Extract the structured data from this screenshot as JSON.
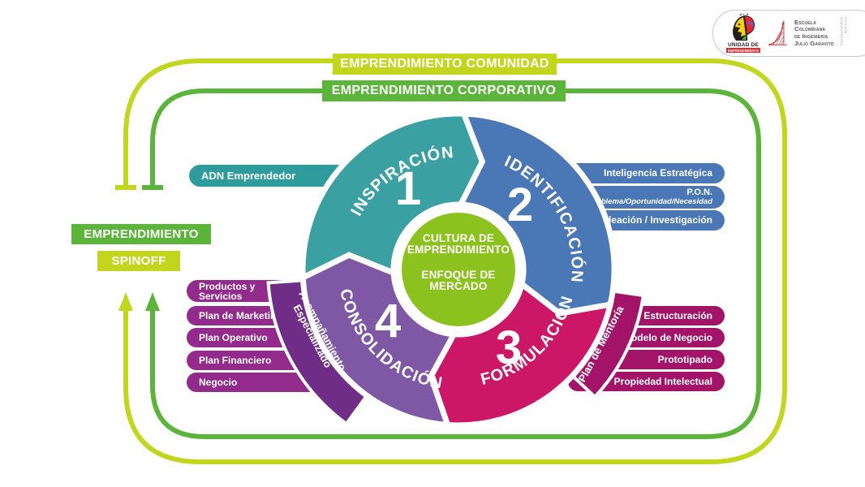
{
  "banners": {
    "community": "EMPRENDIMIENTO COMUNIDAD",
    "corporate": "EMPRENDIMIENTO CORPORATIVO"
  },
  "side_labels": {
    "emprendimiento": "EMPRENDIMIENTO",
    "spinoff": "SPINOFF"
  },
  "logos": {
    "unidad": {
      "line1": "UNIDAD DE",
      "line2": "EMPRENDIMIENTO"
    },
    "escuela": {
      "line1": "Escuela",
      "line2": "Colombiana",
      "line3": "de Ingeniería",
      "line4": "Julio Garavito",
      "vertical_text": "VIGILADA MINEDUCACIÓN"
    }
  },
  "center": {
    "top": "CULTURA DE EMPRENDIMIENTO",
    "bottom": "ENFOQUE DE MERCADO"
  },
  "stages": {
    "s1": {
      "number": "1",
      "label": "INSPIRACIÓN"
    },
    "s2": {
      "number": "2",
      "label": "IDENTIFICACIÓN"
    },
    "s3": {
      "number": "3",
      "label": "FORMULACIÓN"
    },
    "s4": {
      "number": "4",
      "label": "CONSOLIDACIÓN"
    }
  },
  "ribbons": {
    "mentoria": "Plan de Mentoría",
    "acompanamiento": "Acompañamiento Especializado"
  },
  "pills": {
    "inspiracion_1": "ADN Emprendedor",
    "identificacion_1": "Inteligencia Estratégica",
    "identificacion_2_title": "P.O.N.",
    "identificacion_2_sub": "Problema/Oportunidad/Necesidad",
    "identificacion_3": "Ideación / Investigación",
    "formulacion_1": "Estructuración",
    "formulacion_2": "Modelo de Negocio",
    "formulacion_3": "Prototipado",
    "formulacion_4": "Propiedad Intelectual",
    "consolidacion_1": "Productos y Servicios",
    "consolidacion_2": "Plan de Marketing",
    "consolidacion_3": "Plan Operativo",
    "consolidacion_4": "Plan Financiero",
    "consolidacion_5": "Negocio"
  },
  "colors": {
    "lime": "#c3d61e",
    "green": "#5bb53a",
    "teal_ring": "#3aa0a1",
    "teal_pill": "#2e9b9c",
    "blue": "#4a78b6",
    "magenta_ring": "#cb1766",
    "magenta_pill": "#a31468",
    "purple_ring": "#7e57a5",
    "purple_dark_wedge": "#702d87",
    "purple_pill": "#932b8d",
    "center_green": "#8cc21e",
    "logo_red": "#e8262d"
  }
}
